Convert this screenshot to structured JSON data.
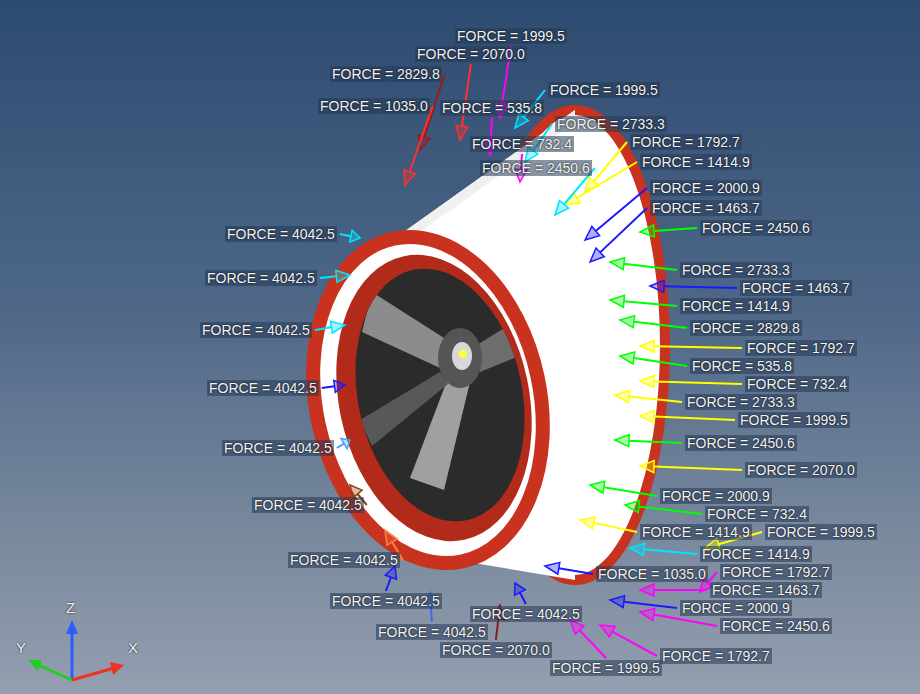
{
  "diagram": {
    "labels": [
      "FORCE = 1999.5",
      "FORCE = 2070.0",
      "FORCE = 2829.8",
      "FORCE = 1035.0",
      "FORCE = 1999.5",
      "FORCE = 535.8",
      "FORCE = 2733.3",
      "FORCE = 732.4",
      "FORCE = 1792.7",
      "FORCE = 1414.9",
      "FORCE = 2450.6",
      "FORCE = 2000.9",
      "FORCE = 1463.7",
      "FORCE = 2450.6",
      "FORCE = 2733.3",
      "FORCE = 1463.7",
      "FORCE = 1414.9",
      "FORCE = 2829.8",
      "FORCE = 1792.7",
      "FORCE = 535.8",
      "FORCE = 732.4",
      "FORCE = 2733.3",
      "FORCE = 1999.5",
      "FORCE = 2450.6",
      "FORCE = 2070.0",
      "FORCE = 2000.9",
      "FORCE = 732.4",
      "FORCE = 1414.9",
      "FORCE = 1999.5",
      "FORCE = 1414.9",
      "FORCE = 1035.0",
      "FORCE = 1792.7",
      "FORCE = 1463.7",
      "FORCE = 2000.9",
      "FORCE = 2450.6",
      "FORCE = 1792.7",
      "FORCE = 1999.5",
      "FORCE = 2070.0",
      "FORCE = 4042.5",
      "FORCE = 4042.5",
      "FORCE = 4042.5",
      "FORCE = 4042.5",
      "FORCE = 4042.5",
      "FORCE = 4042.5",
      "FORCE = 4042.5",
      "FORCE = 4042.5",
      "FORCE = 4042.5",
      "FORCE = 4042.5",
      "Z",
      "Y",
      "X"
    ]
  }
}
